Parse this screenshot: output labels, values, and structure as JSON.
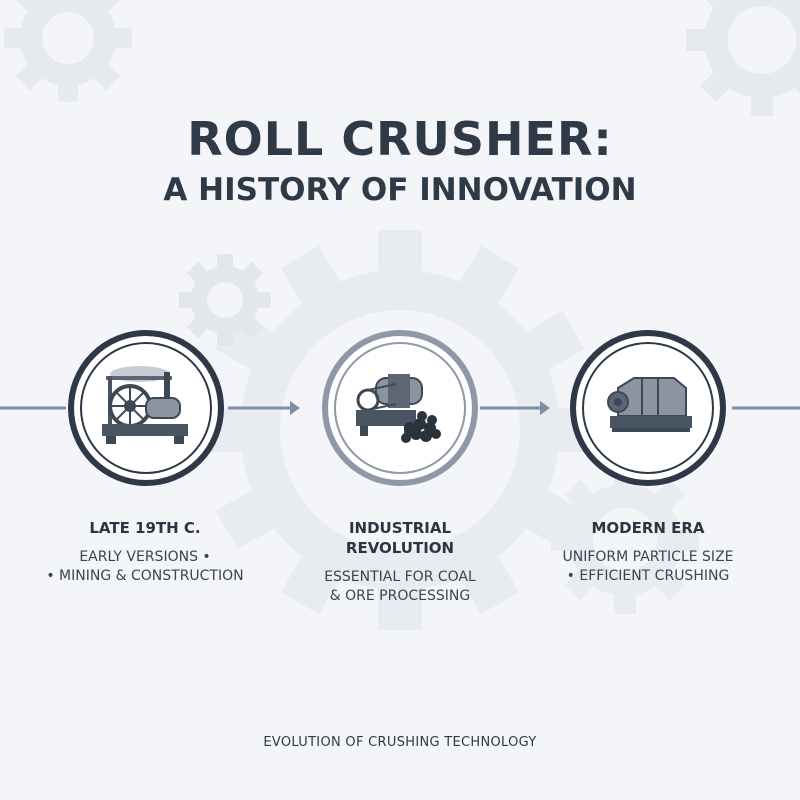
{
  "title": "ROLL CRUSHER:",
  "subtitle": "A HISTORY OF INNOVATION",
  "stages": [
    {
      "heading": "LATE 19TH C.",
      "description_lines": [
        "EARLY VERSIONS •",
        "• MINING & CONSTRUCTION"
      ],
      "icon": "steam-roll-crusher-icon"
    },
    {
      "heading_lines": [
        "INDUSTRIAL",
        "REVOLUTION"
      ],
      "description_lines": [
        "ESSENTIAL FOR COAL",
        "& ORE PROCESSING"
      ],
      "icon": "belt-driven-crusher-with-coal-icon"
    },
    {
      "heading": "MODERN ERA",
      "description_lines": [
        "UNIFORM PARTICLE SIZE",
        "• EFFICIENT CRUSHING"
      ],
      "icon": "modern-enclosed-crusher-icon"
    }
  ],
  "footer": "EVOLUTION OF CRUSHING TECHNOLOGY",
  "colors": {
    "background": "#f3f5f8",
    "text": "#2f3a48",
    "connector": "#7f8fa3",
    "gear": "#e6eaef"
  }
}
